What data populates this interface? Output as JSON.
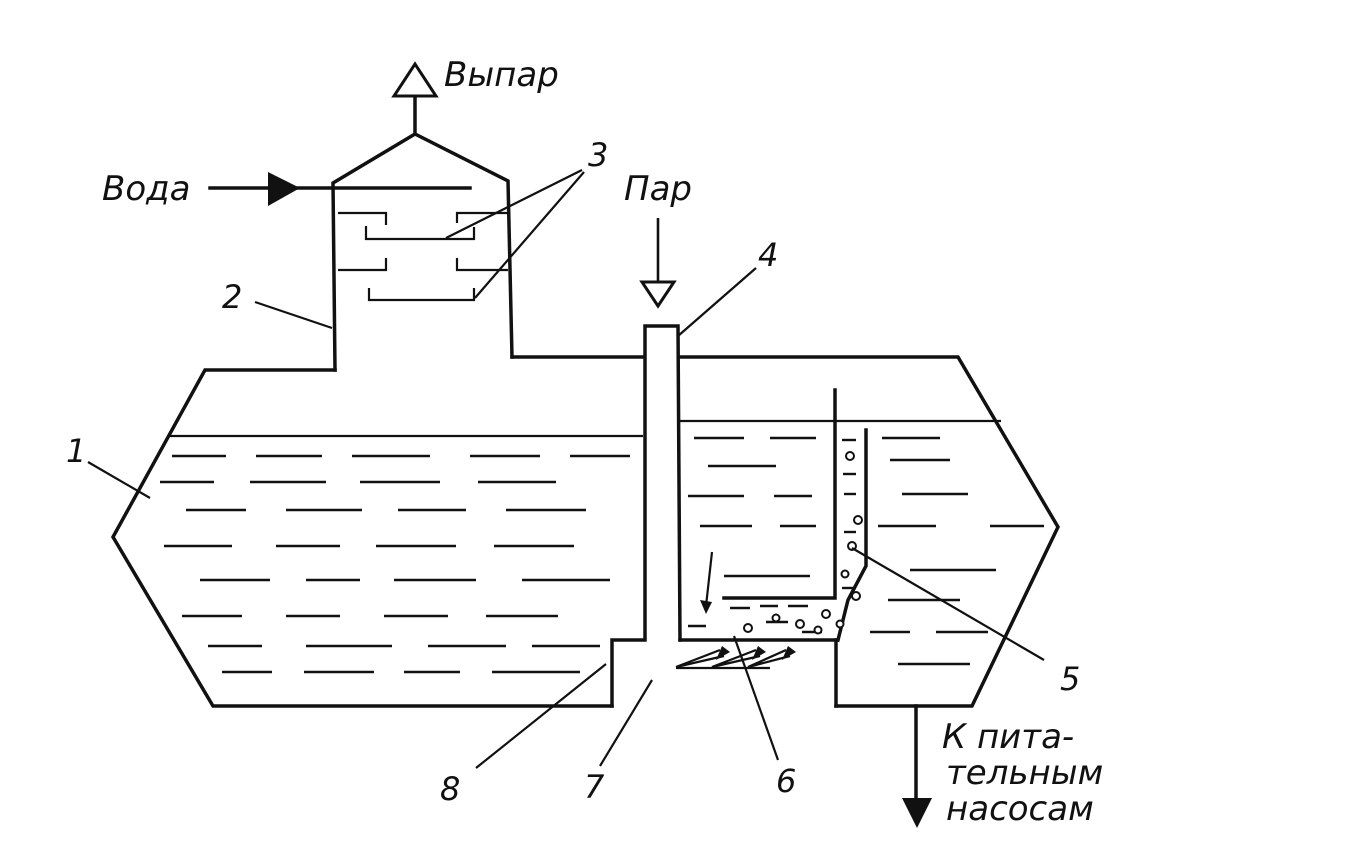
{
  "labels": {
    "vapor_out": "Выпар",
    "water_in": "Вода",
    "steam_in": "Пар",
    "to_pumps_line1": "К пита-",
    "to_pumps_line2": "тельным",
    "to_pumps_line3": "насосам"
  },
  "callouts": [
    "1",
    "2",
    "3",
    "4",
    "5",
    "6",
    "7",
    "8"
  ]
}
